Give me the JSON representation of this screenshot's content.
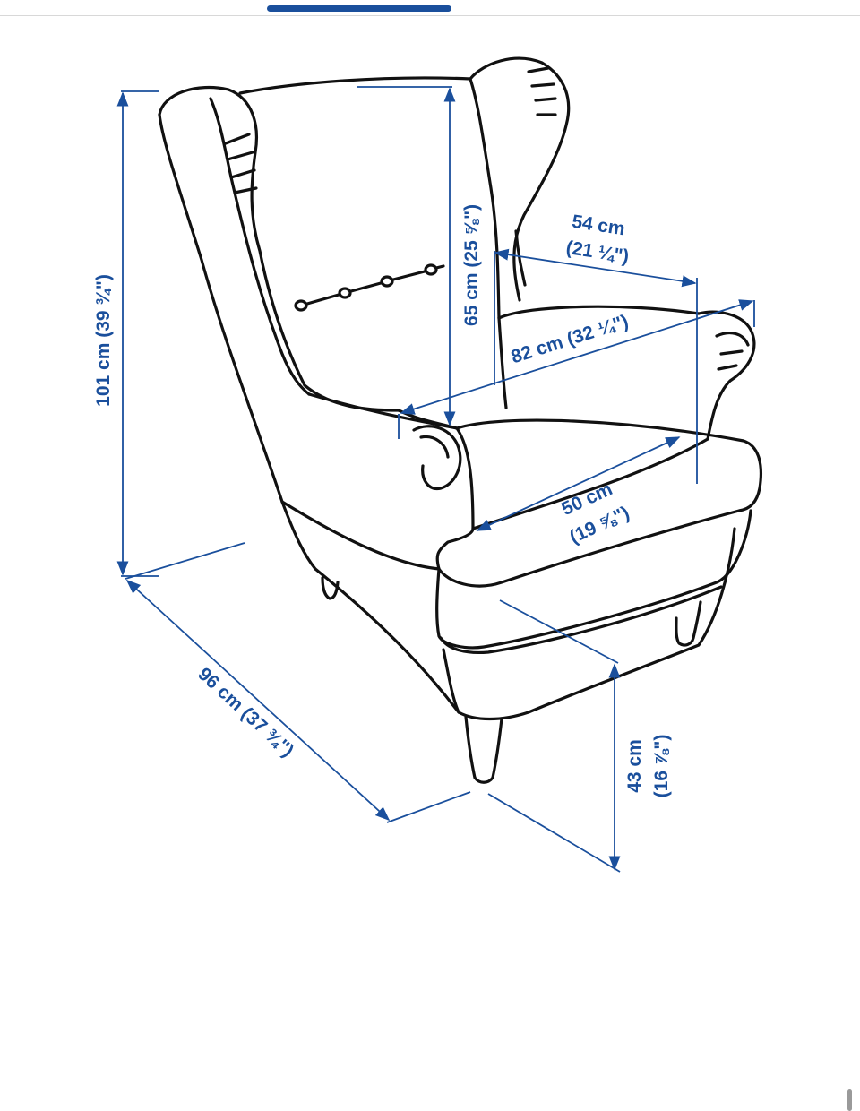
{
  "dimensions": {
    "height": "101 cm (39 ¾\")",
    "back_height": "65 cm (25 ⅝\")",
    "arm_width": "54 cm",
    "arm_width_in": "(21 ¼\")",
    "width": "82 cm (32 ¼\")",
    "seat_depth": "50 cm",
    "seat_depth_in": "(19 ⅝\")",
    "depth": "96 cm (37 ¾\")",
    "seat_height": "43 cm",
    "seat_height_in": "(16 ⅞\")"
  },
  "colors": {
    "dimension": "#1a4f9c",
    "outline": "#111111",
    "background": "#ffffff"
  }
}
